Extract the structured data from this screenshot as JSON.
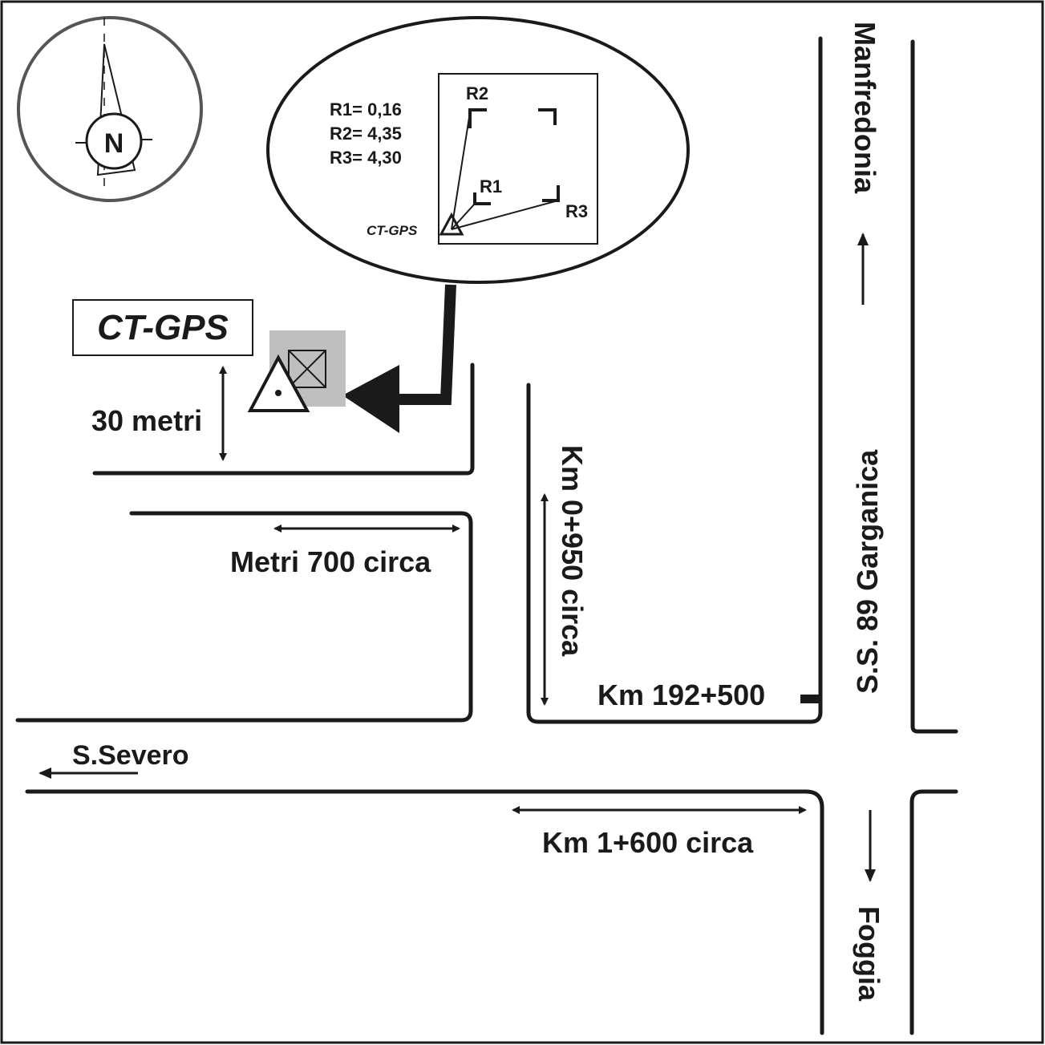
{
  "compass": {
    "north_label": "N",
    "icon": "north-arrow-compass"
  },
  "station_box": {
    "label": "CT-GPS"
  },
  "inset": {
    "values": [
      "R1= 0,16",
      "R2= 4,35",
      "R3= 4,30"
    ],
    "ref_labels": {
      "r1": "R1",
      "r2": "R2",
      "r3": "R3"
    },
    "station_label": "CT-GPS"
  },
  "labels": {
    "thirty_m": "30 metri",
    "metri700": "Metri 700 circa",
    "km0950": "Km 0+950 circa",
    "km192500": "Km 192+500",
    "ss89": "S.S. 89 Garganica",
    "manfredonia": "Manfredonia",
    "foggia": "Foggia",
    "sseverо": "S.Severo",
    "km1600": "Km 1+600 circa"
  },
  "colors": {
    "ink": "#1a1a1a",
    "site_area": "#bfbfbf",
    "compass_ring": "#555555"
  }
}
